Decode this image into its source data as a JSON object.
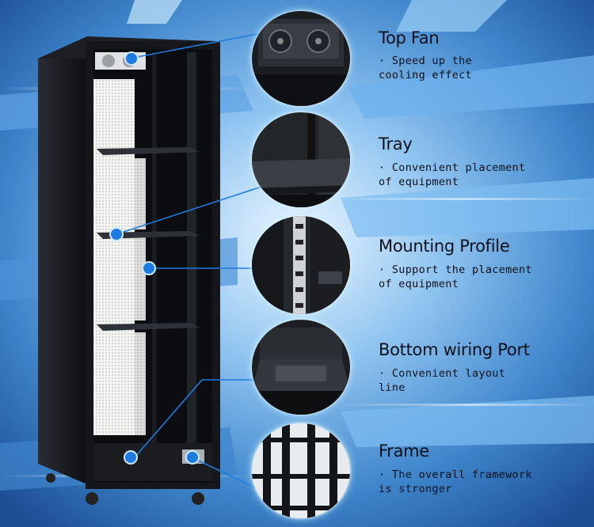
{
  "features": [
    {
      "title": "Top Fan",
      "desc": "· Speed up the\ncooling effect",
      "icon": "top-fan-closeup"
    },
    {
      "title": "Tray",
      "desc": "· Convenient placement\n of equipment",
      "icon": "tray-closeup"
    },
    {
      "title": "Mounting Profile",
      "desc": "· Support the placement\n of equipment",
      "icon": "mounting-profile-closeup"
    },
    {
      "title": "Bottom wiring Port",
      "desc": "· Convenient layout\n line",
      "icon": "bottom-wiring-port-closeup"
    },
    {
      "title": "Frame",
      "desc": "· The overall framework\n is stronger",
      "icon": "frame-closeup"
    }
  ],
  "colors": {
    "background": "#2a6fb4",
    "cabinet": "#14161a",
    "accent": "#1e7be0",
    "text": "#0b0f1a"
  }
}
